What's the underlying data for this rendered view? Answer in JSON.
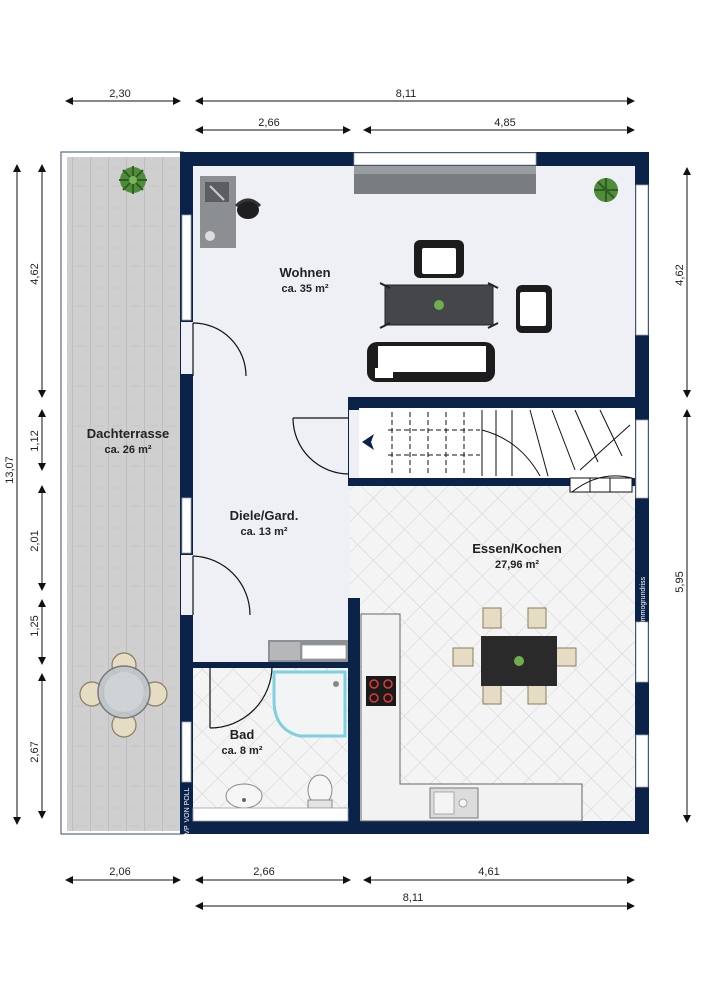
{
  "rooms": {
    "wohnen": {
      "name": "Wohnen",
      "area": "ca. 35 m²"
    },
    "dachterrasse": {
      "name": "Dachterrasse",
      "area": "ca. 26 m²"
    },
    "diele": {
      "name": "Diele/Gard.",
      "area": "ca. 13 m²"
    },
    "essen": {
      "name": "Essen/Kochen",
      "area": "27,96 m²"
    },
    "bad": {
      "name": "Bad",
      "area": "ca. 8 m²"
    }
  },
  "dimensions": {
    "top": {
      "d230": "2,30",
      "d811": "8,11",
      "d266": "2,66",
      "d485": "4,85"
    },
    "bottom": {
      "d206": "2,06",
      "d266": "2,66",
      "d461": "4,61",
      "d811": "8,11"
    },
    "left": {
      "total": "13,07",
      "d462": "4,62",
      "d112": "1,12",
      "d201": "2,01",
      "d125": "1,25",
      "d267": "2,67"
    },
    "right": {
      "d462": "4,62",
      "d595": "5,95"
    }
  },
  "watermarks": {
    "immo": "Immogrundriss",
    "vonpoll": "VON POLL",
    "vp": "VP"
  },
  "colors": {
    "wall": "#0b2349",
    "floor": "#eef0f6",
    "deck": "#c9c9c9",
    "tile": "#ececec"
  }
}
